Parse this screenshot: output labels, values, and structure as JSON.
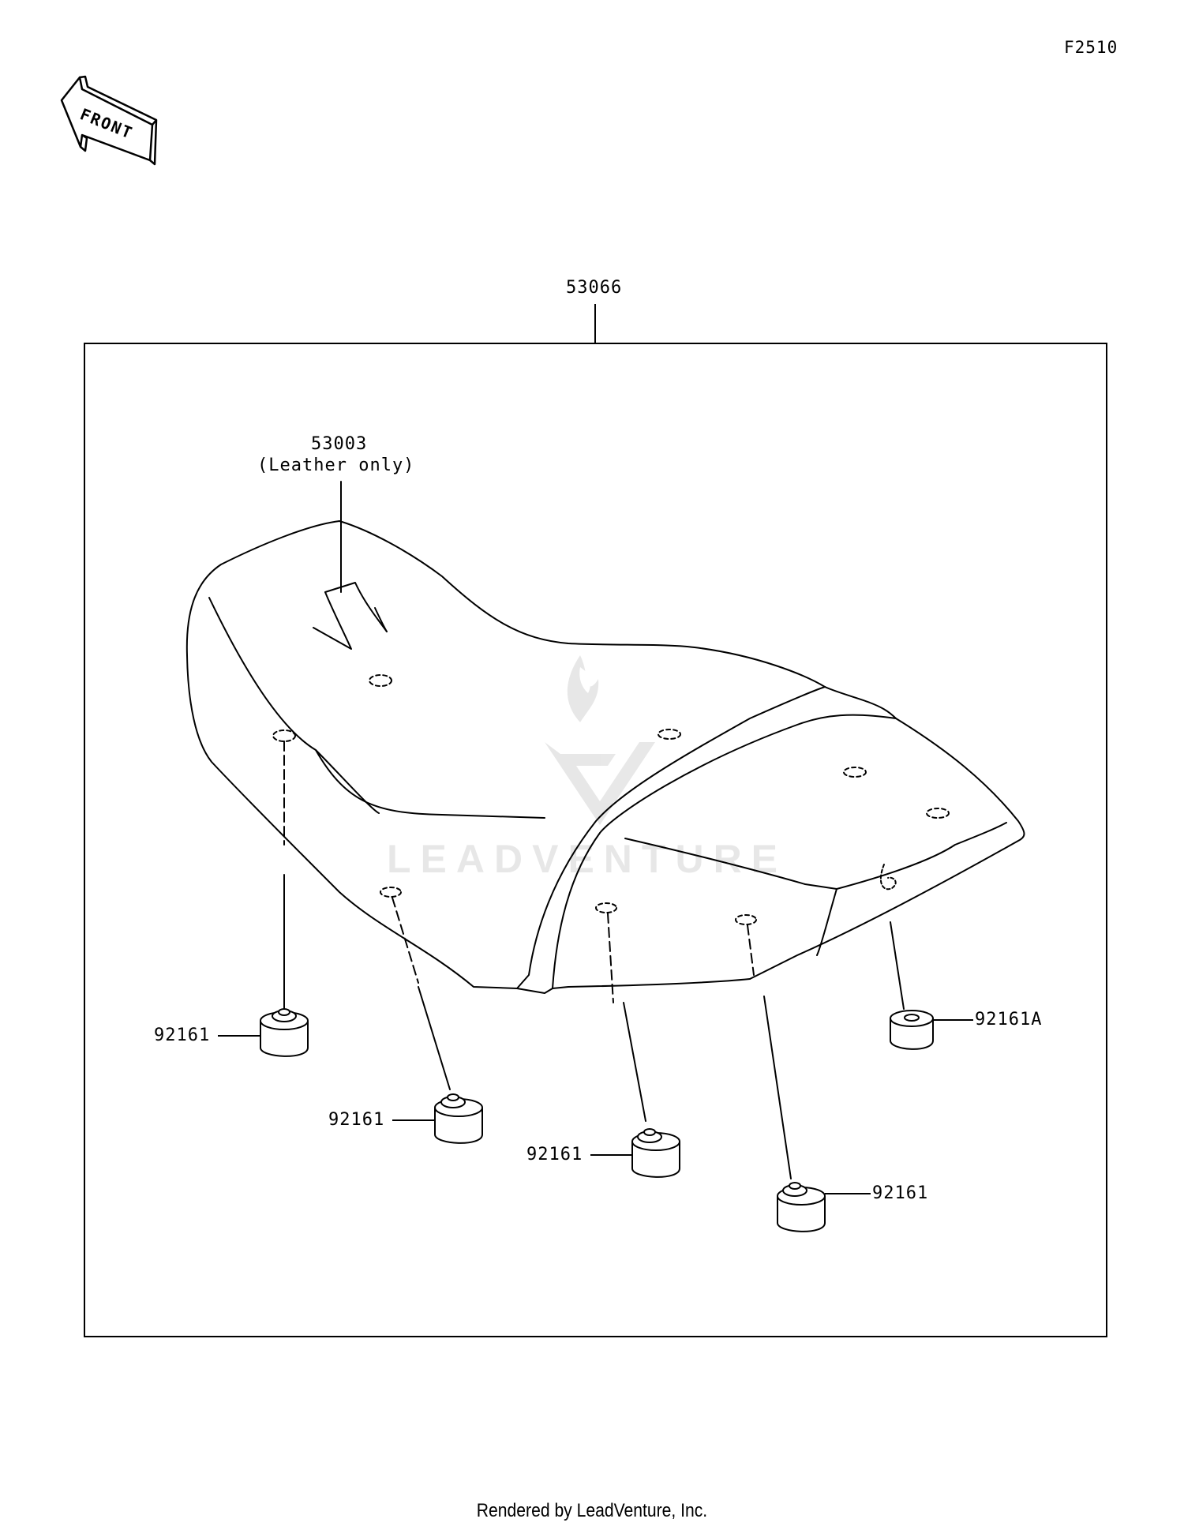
{
  "figure_code": "F2510",
  "front_arrow_text": "FRONT",
  "watermark_text": "LEADVENTURE",
  "footer": "Rendered by LeadVenture, Inc.",
  "parts": {
    "seat_assy": "53066",
    "cover": "53003",
    "cover_note": "(Leather only)",
    "damper_1": "92161",
    "damper_2": "92161",
    "damper_3": "92161",
    "damper_4": "92161",
    "damper_a": "92161A"
  }
}
